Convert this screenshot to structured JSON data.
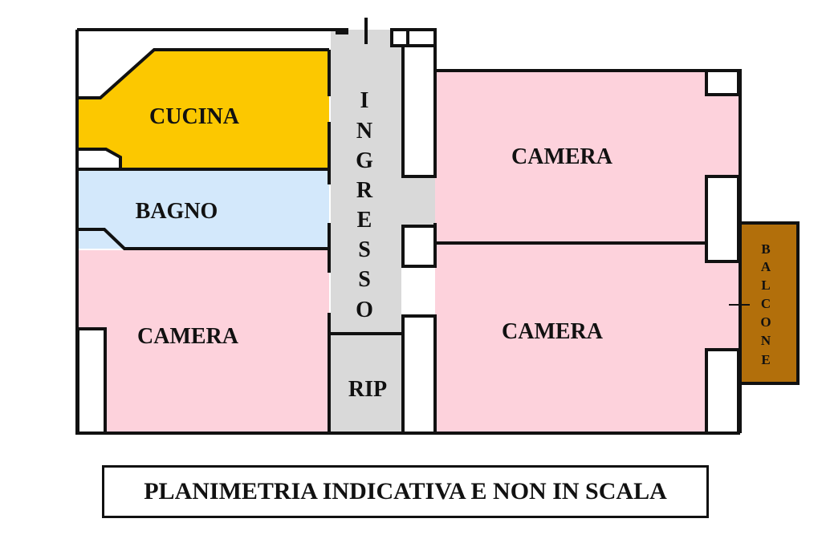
{
  "rooms": {
    "cucina": "CUCINA",
    "bagno": "BAGNO",
    "ingresso": [
      "I",
      "N",
      "G",
      "R",
      "E",
      "S",
      "S",
      "O"
    ],
    "camera_left": "CAMERA",
    "rip": "RIP",
    "camera_top_right": "CAMERA",
    "camera_bottom_right": "CAMERA",
    "balcone": [
      "B",
      "A",
      "L",
      "C",
      "O",
      "N",
      "E"
    ]
  },
  "caption": "PLANIMETRIA INDICATIVA E NON IN SCALA",
  "colors": {
    "kitchen": "#fcc800",
    "bathroom": "#d3e8fb",
    "bedroom": "#fdd2dc",
    "corridor": "#d9d9d9",
    "balcony": "#b26f0b",
    "wall": "#111111"
  }
}
